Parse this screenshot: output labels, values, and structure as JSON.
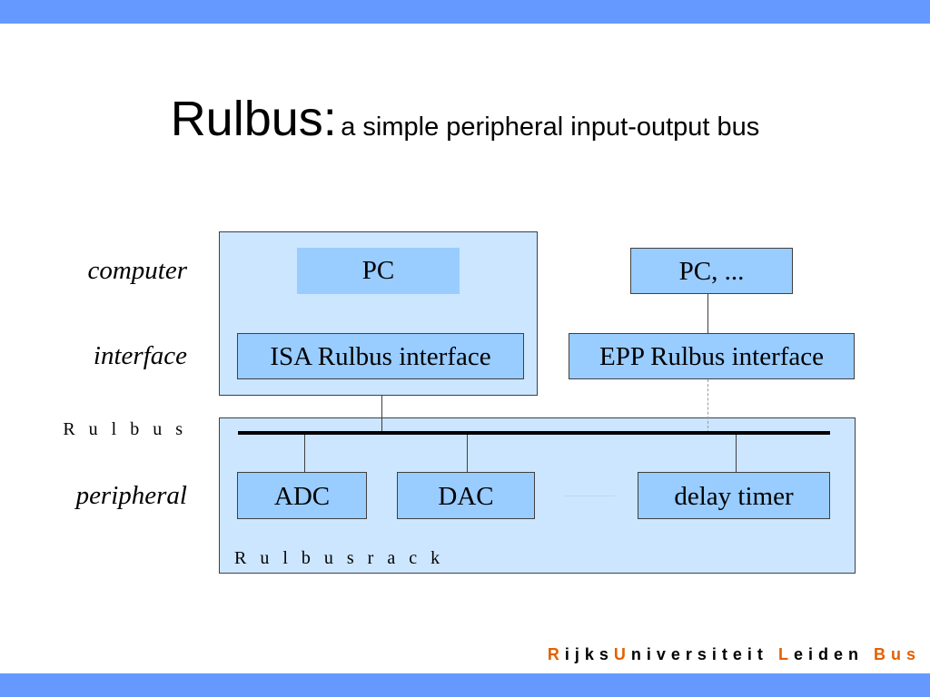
{
  "title": {
    "main": "Rulbus:",
    "sub": "a simple peripheral input-output bus"
  },
  "row_labels": {
    "computer": "computer",
    "interface": "interface",
    "rulbus": "R u l b u s",
    "peripheral": "peripheral"
  },
  "boxes": {
    "pc": "PC",
    "pc_other": "PC, ...",
    "isa_interface": "ISA Rulbus interface",
    "epp_interface": "EPP Rulbus interface",
    "adc": "ADC",
    "dac": "DAC",
    "delay_timer": "delay timer"
  },
  "rack_label": "R u l b u s   r a c k",
  "footer": {
    "r": "R",
    "ijks": "ijks",
    "u": "U",
    "niversiteit": "niversiteit",
    "l": "L",
    "eiden": "eiden",
    "bus": "Bus"
  },
  "colors": {
    "bar": "#6699ff",
    "container": "#cce6ff",
    "box": "#99ccff",
    "accent": "#e46000"
  }
}
